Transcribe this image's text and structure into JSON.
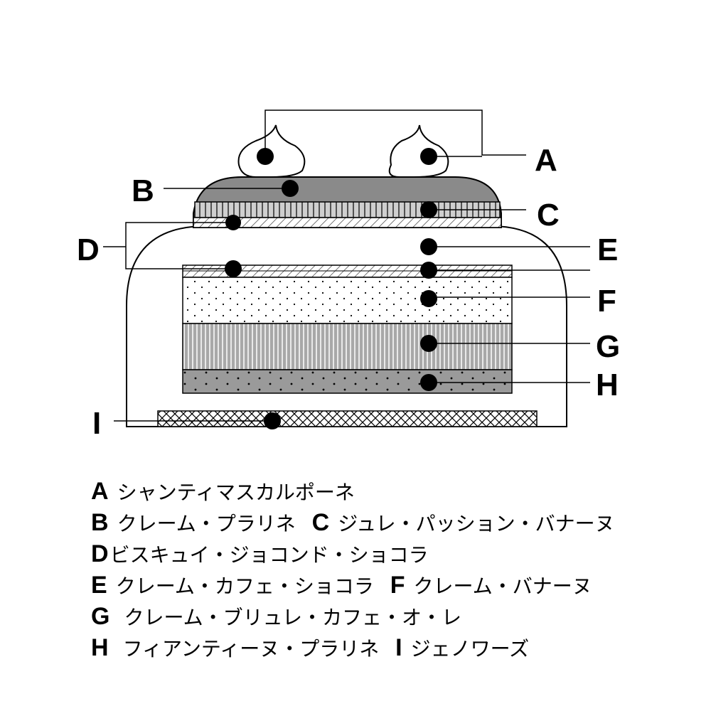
{
  "labels": {
    "A": "A",
    "B": "B",
    "C": "C",
    "D": "D",
    "E": "E",
    "F": "F",
    "G": "G",
    "H": "H",
    "I": "I"
  },
  "legend": [
    [
      {
        "key": "A",
        "text": "シャンティマスカルポーネ"
      }
    ],
    [
      {
        "key": "B",
        "text": "クレーム・プラリネ"
      },
      {
        "key": "C",
        "text": "ジュレ・パッション・バナーヌ"
      }
    ],
    [
      {
        "key": "D",
        "text": "ビスキュイ・ジョコンド・ショコラ"
      }
    ],
    [
      {
        "key": "E",
        "text": "クレーム・カフェ・ショコラ"
      },
      {
        "key": "F",
        "text": "クレーム・バナーヌ"
      }
    ],
    [
      {
        "key": "G",
        "text": "クレーム・ブリュレ・カフェ・オ・レ"
      }
    ],
    [
      {
        "key": "H",
        "text": "フィアンティーヌ・プラリネ"
      },
      {
        "key": "I",
        "text": "ジェノワーズ"
      }
    ]
  ],
  "colors": {
    "dark_gray": "#8a8a8a",
    "light_gray": "#cfcfcf",
    "mid_gray": "#9a9a9a",
    "stripe_gray": "#a8a8a8",
    "ink": "#000000"
  }
}
